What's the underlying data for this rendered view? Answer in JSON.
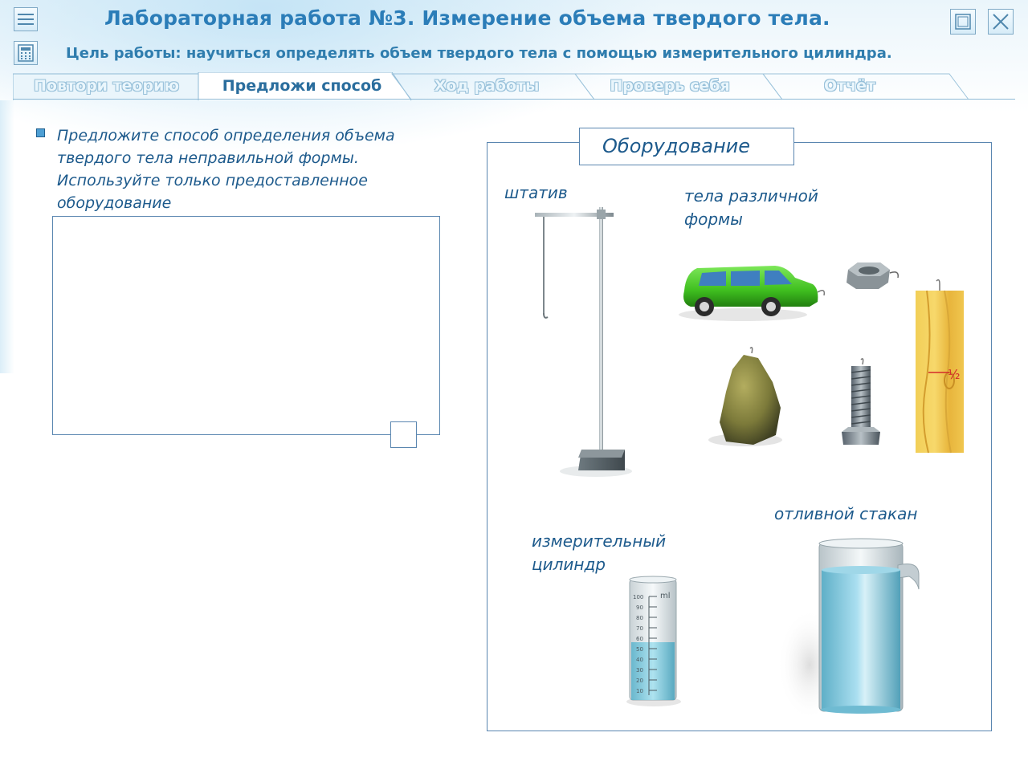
{
  "window": {
    "title": "Лабораторная работа №3.  Измерение объема твердого тела.",
    "goal": "Цель работы: научиться определять объем твердого тела с помощью измерительного цилиндра."
  },
  "toolbar": {
    "menu_icon": "menu-icon",
    "calculator_icon": "calculator-icon",
    "maximize_icon": "maximize-icon",
    "close_icon": "close-icon"
  },
  "tabs": [
    {
      "label": "Повтори теорию",
      "active": false
    },
    {
      "label": "Предложи способ",
      "active": true
    },
    {
      "label": "Ход работы",
      "active": false
    },
    {
      "label": "Проверь себя",
      "active": false
    },
    {
      "label": "Отчёт",
      "active": false
    }
  ],
  "task": {
    "text": "Предложите способ определения объема твердого тела неправильной формы. Используйте  только предоставленное оборудование",
    "answer_value": ""
  },
  "equipment": {
    "title": "Оборудование",
    "stand_label": "штатив",
    "bodies_label": "тела различной\nформы",
    "cylinder_label": "измерительный\nцилиндр",
    "overflow_label": "отливной  стакан",
    "cylinder_unit": "ml",
    "cylinder_scale": [
      "100",
      "90",
      "80",
      "70",
      "60",
      "50",
      "40",
      "30",
      "20",
      "10"
    ],
    "block_mark": "½"
  },
  "colors": {
    "title": "#2b7db8",
    "text": "#1d5a8c",
    "border": "#5a86b0",
    "water": "#7fcbe0",
    "car": "#3fbf1f"
  }
}
